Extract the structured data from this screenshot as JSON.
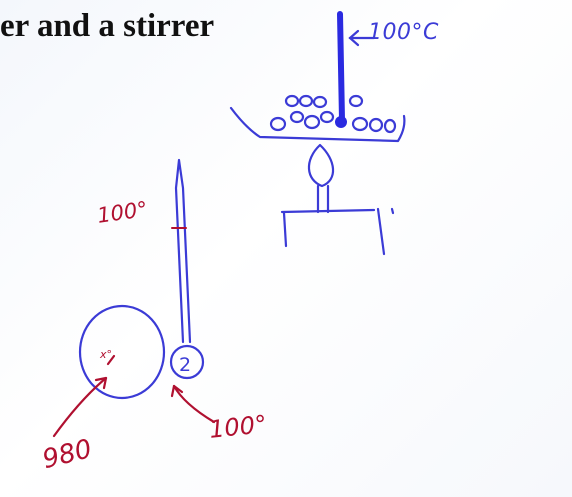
{
  "heading": {
    "text": "er and a stirrer"
  },
  "annotations": {
    "top_temperature": "100°C",
    "thermometer_reading": "100°",
    "inner_circle_mark": "x°",
    "circle_number": "2",
    "left_arrow_value": "980",
    "right_arrow_value": "100°"
  },
  "colors": {
    "background": "#f6f8fc",
    "heading_text": "#111111",
    "ink_blue": "#3b3bd6",
    "ink_blue_bright": "#2a2ae0",
    "ink_red": "#b01030"
  }
}
